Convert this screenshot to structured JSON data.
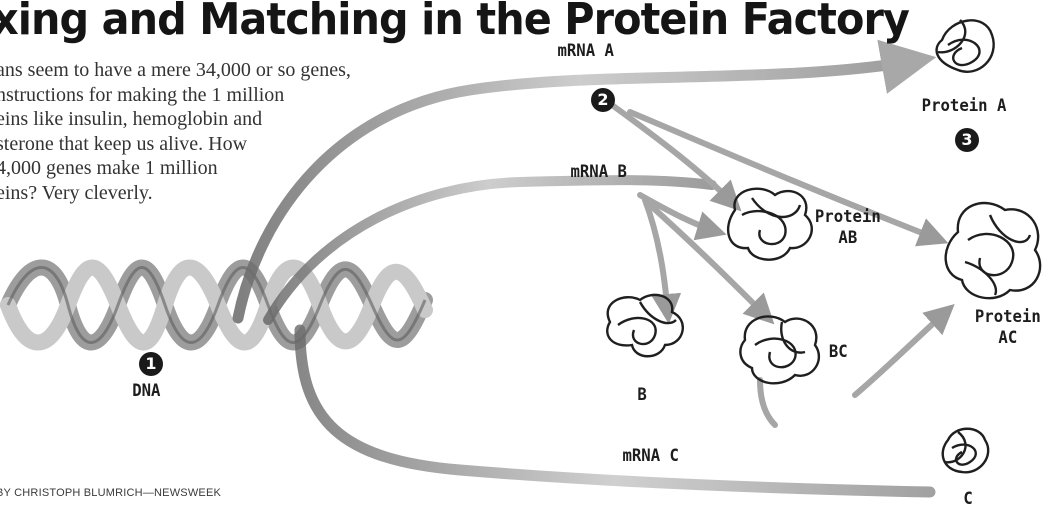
{
  "title": "xing and Matching in the Protein Factory",
  "intro": [
    "ans seem to have a mere 34,000 or so genes,",
    "nstructions for making the 1 million",
    "eins like insulin, hemoglobin and",
    "sterone that keep us alive. How",
    "4,000 genes make 1 million",
    "eins? Very cleverly."
  ],
  "labels": {
    "mrna_a": "mRNA A",
    "mrna_b": "mRNA B",
    "mrna_c": "mRNA C",
    "dna": "DNA",
    "protein_a": "Protein A",
    "protein_ab_line1": "Protein",
    "protein_ab_line2": "AB",
    "protein_ac_line1": "Protein",
    "protein_ac_line2": "AC",
    "b": "B",
    "bc": "BC",
    "c": "C"
  },
  "steps": {
    "one": "1",
    "two": "2",
    "three": "3"
  },
  "credit": "BY CHRISTOPH BLUMRICH—NEWSWEEK"
}
